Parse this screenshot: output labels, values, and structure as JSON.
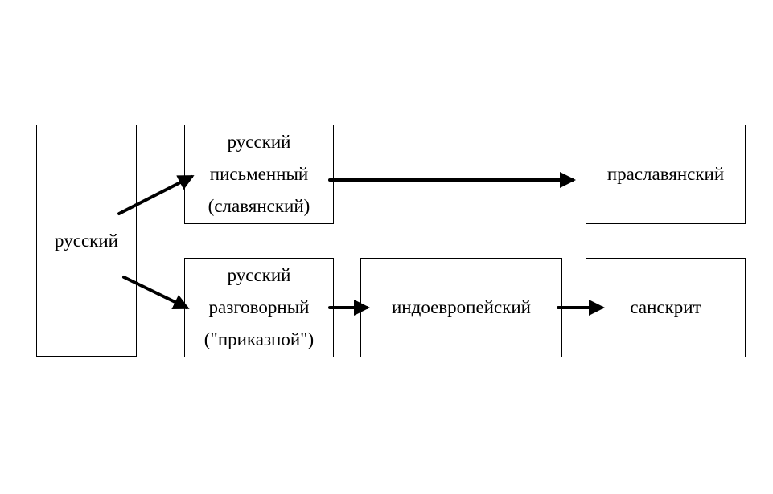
{
  "nodes": {
    "russian": {
      "lines": [
        "русский"
      ]
    },
    "written": {
      "lines": [
        "русский",
        "письменный",
        "(славянский)"
      ]
    },
    "spoken": {
      "lines": [
        "русский",
        "разговорный",
        "(\"приказной\")"
      ]
    },
    "protoslavic": {
      "lines": [
        "праславянский"
      ]
    },
    "indoeuropean": {
      "lines": [
        "индоевропейский"
      ]
    },
    "sanskrit": {
      "lines": [
        "санскрит"
      ]
    }
  }
}
